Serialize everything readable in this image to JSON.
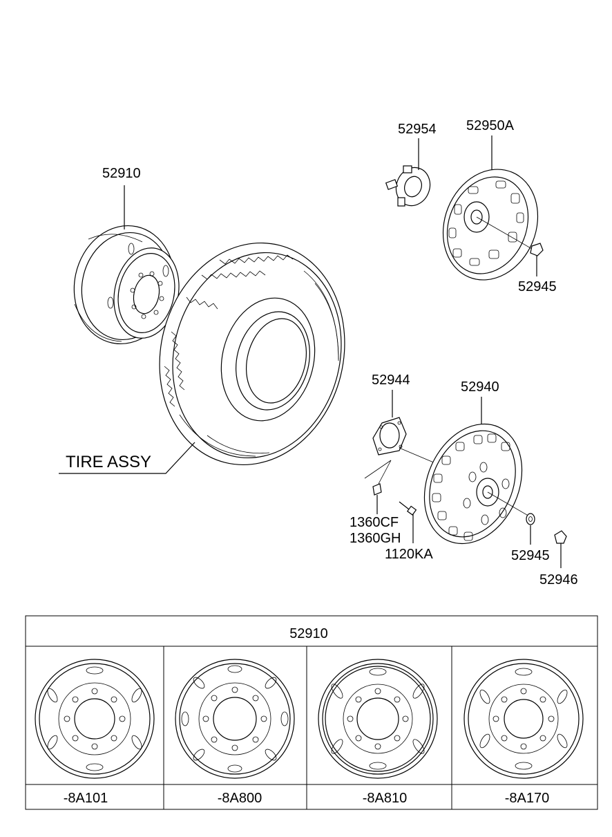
{
  "callouts": {
    "wheel": "52910",
    "center_ring": "52954",
    "wheel_cover_a": "52950A",
    "nut_upper": "52945",
    "tire": "TIRE ASSY",
    "hub_cap": "52944",
    "wheel_cover": "52940",
    "clip_1": "1360CF",
    "clip_2": "1360GH",
    "bolt": "1120KA",
    "nut_lower": "52945",
    "cap_nut": "52946"
  },
  "table": {
    "header": "52910",
    "variants": [
      {
        "code": "-8A101"
      },
      {
        "code": "-8A800"
      },
      {
        "code": "-8A810"
      },
      {
        "code": "-8A170"
      }
    ]
  }
}
